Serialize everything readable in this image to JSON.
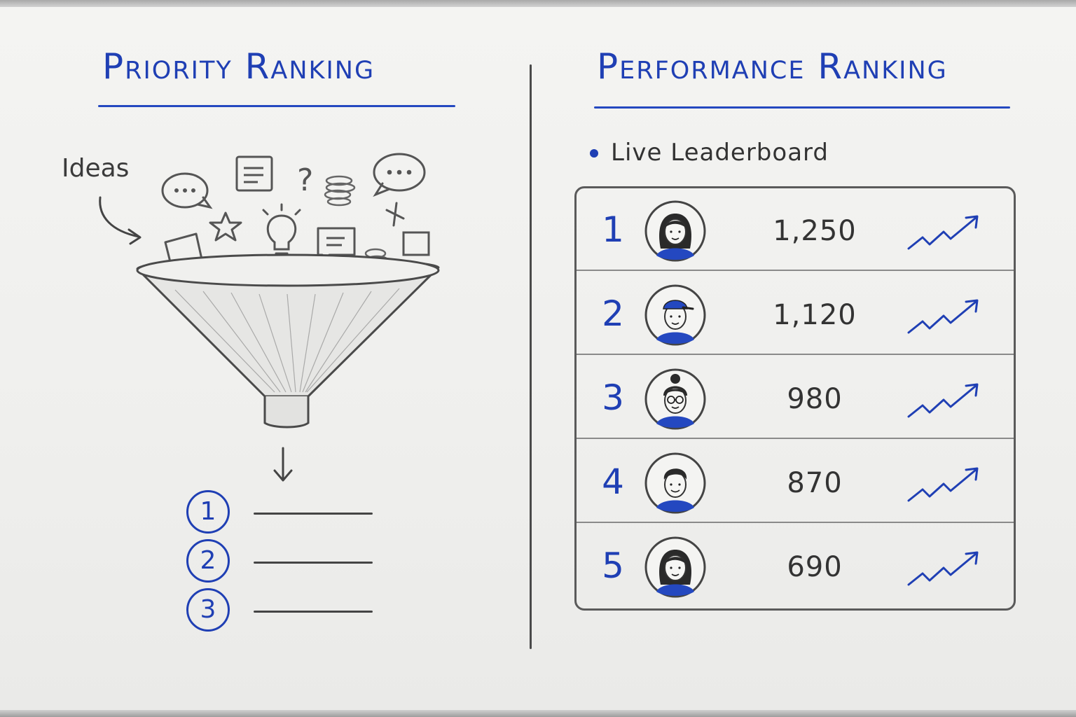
{
  "left_panel": {
    "title": "Priority Ranking",
    "ideas_label": "Ideas",
    "numbered_list": [
      "1",
      "2",
      "3"
    ]
  },
  "right_panel": {
    "title": "Performance Ranking",
    "live_label": "Live Leaderboard",
    "rows": [
      {
        "rank": "1",
        "score": "1,250",
        "avatar": "woman-long-hair-avatar-icon",
        "trend": "trend-up-icon"
      },
      {
        "rank": "2",
        "score": "1,120",
        "avatar": "man-cap-avatar-icon",
        "trend": "trend-up-icon"
      },
      {
        "rank": "3",
        "score": "980",
        "avatar": "woman-bun-glasses-avatar-icon",
        "trend": "trend-up-icon"
      },
      {
        "rank": "4",
        "score": "870",
        "avatar": "man-short-hair-avatar-icon",
        "trend": "trend-up-icon"
      },
      {
        "rank": "5",
        "score": "690",
        "avatar": "woman-long-hair-avatar-icon",
        "trend": "trend-up-icon"
      }
    ]
  },
  "colors": {
    "accent_blue": "#1f3fb4",
    "marker_gray": "#444444",
    "board_white": "#f2f2f0"
  }
}
